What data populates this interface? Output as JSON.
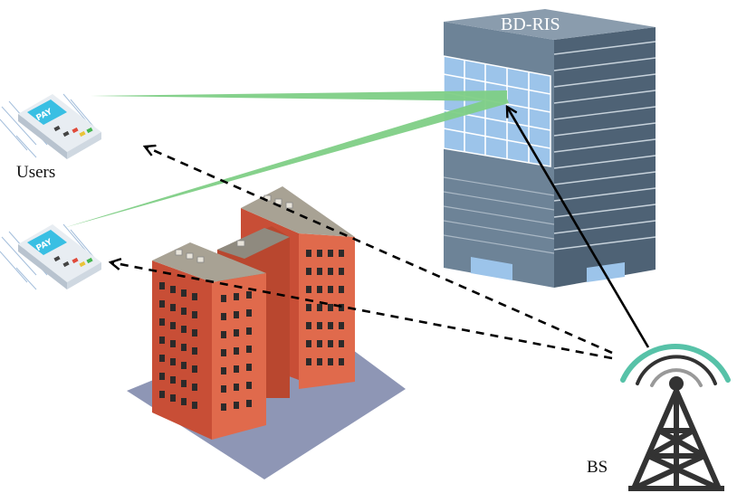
{
  "labels": {
    "ris": "BD-RIS",
    "users": "Users",
    "bs": "BS"
  },
  "terminal_text": "PAY",
  "colors": {
    "beam": "#7fcf86",
    "link_arrow": "#000000",
    "ris_tower": "#5f7386",
    "ris_panel": "#9cc4ea",
    "apartment_wall": "#d65a40",
    "apartment_roof": "#a8a294",
    "plaza": "#8e96b5",
    "signal": "#57c2a8",
    "tower": "#333333"
  }
}
